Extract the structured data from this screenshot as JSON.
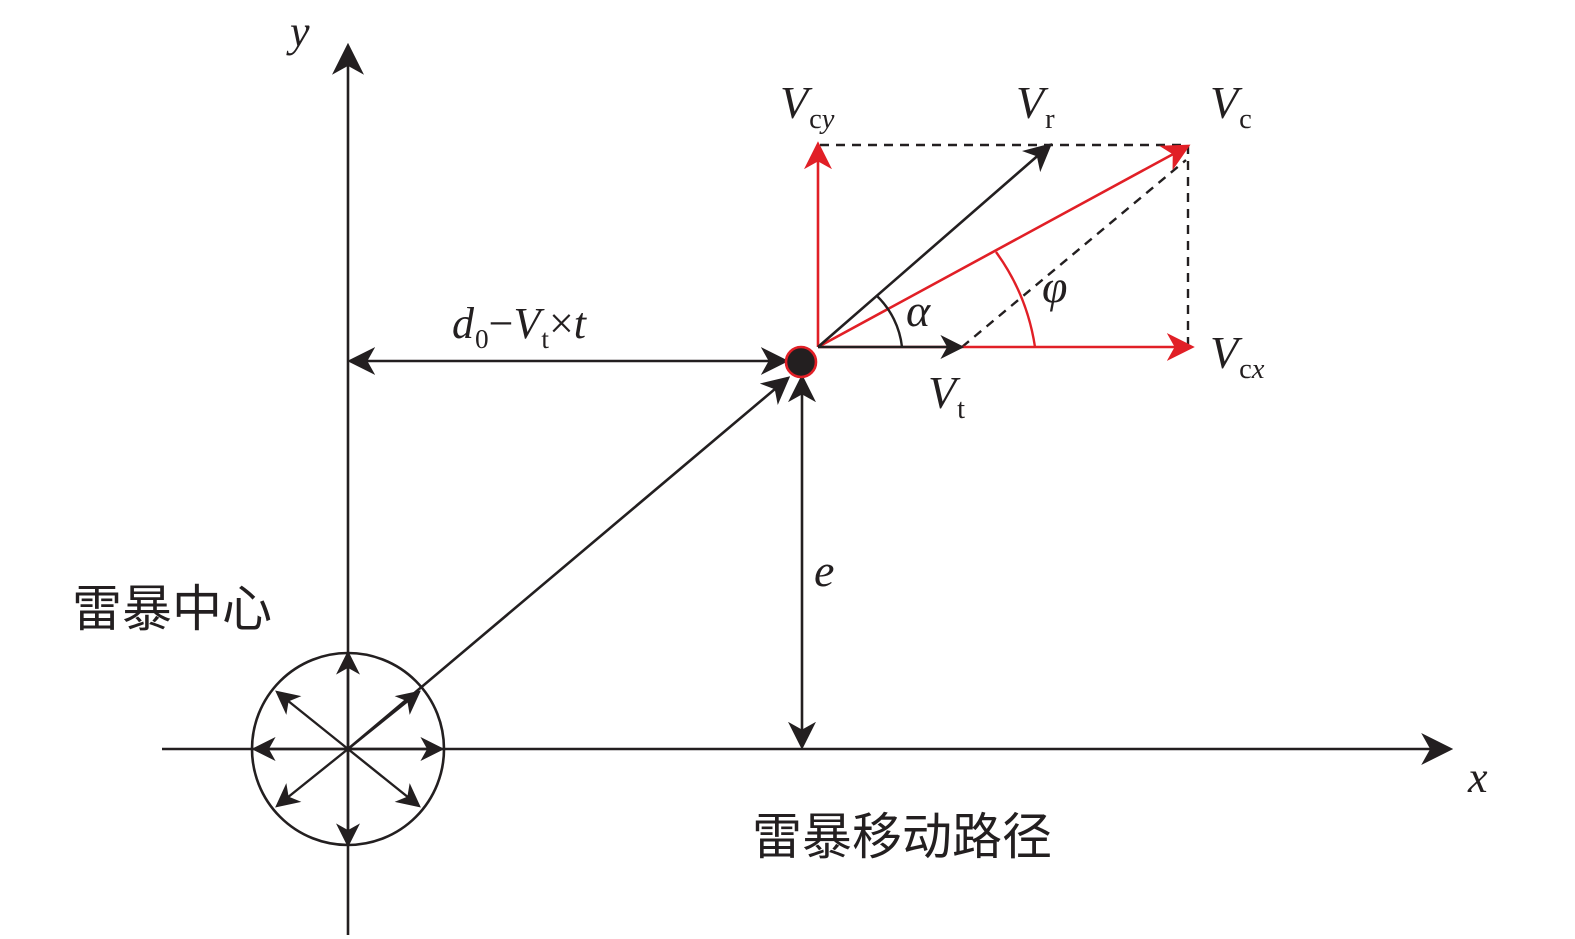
{
  "colors": {
    "black": "#231f20",
    "red": "#e11f26"
  },
  "labels": {
    "axis_x": "x",
    "axis_y": "y",
    "vcy": {
      "main": "V",
      "sub_a": "c",
      "sub_b": "y"
    },
    "vr": {
      "main": "V",
      "sub": "r"
    },
    "vc": {
      "main": "V",
      "sub": "c"
    },
    "vcx": {
      "main": "V",
      "sub_a": "c",
      "sub_b": "x"
    },
    "vt": {
      "main": "V",
      "sub": "t"
    },
    "alpha": "α",
    "phi": "φ",
    "distance": {
      "d": "d",
      "d_sub": "0",
      "minus": "−",
      "v": "V",
      "v_sub": "t",
      "times": "×",
      "t": "t"
    },
    "e": "e",
    "storm_center": "雷暴中心",
    "storm_path": "雷暴移动路径"
  }
}
